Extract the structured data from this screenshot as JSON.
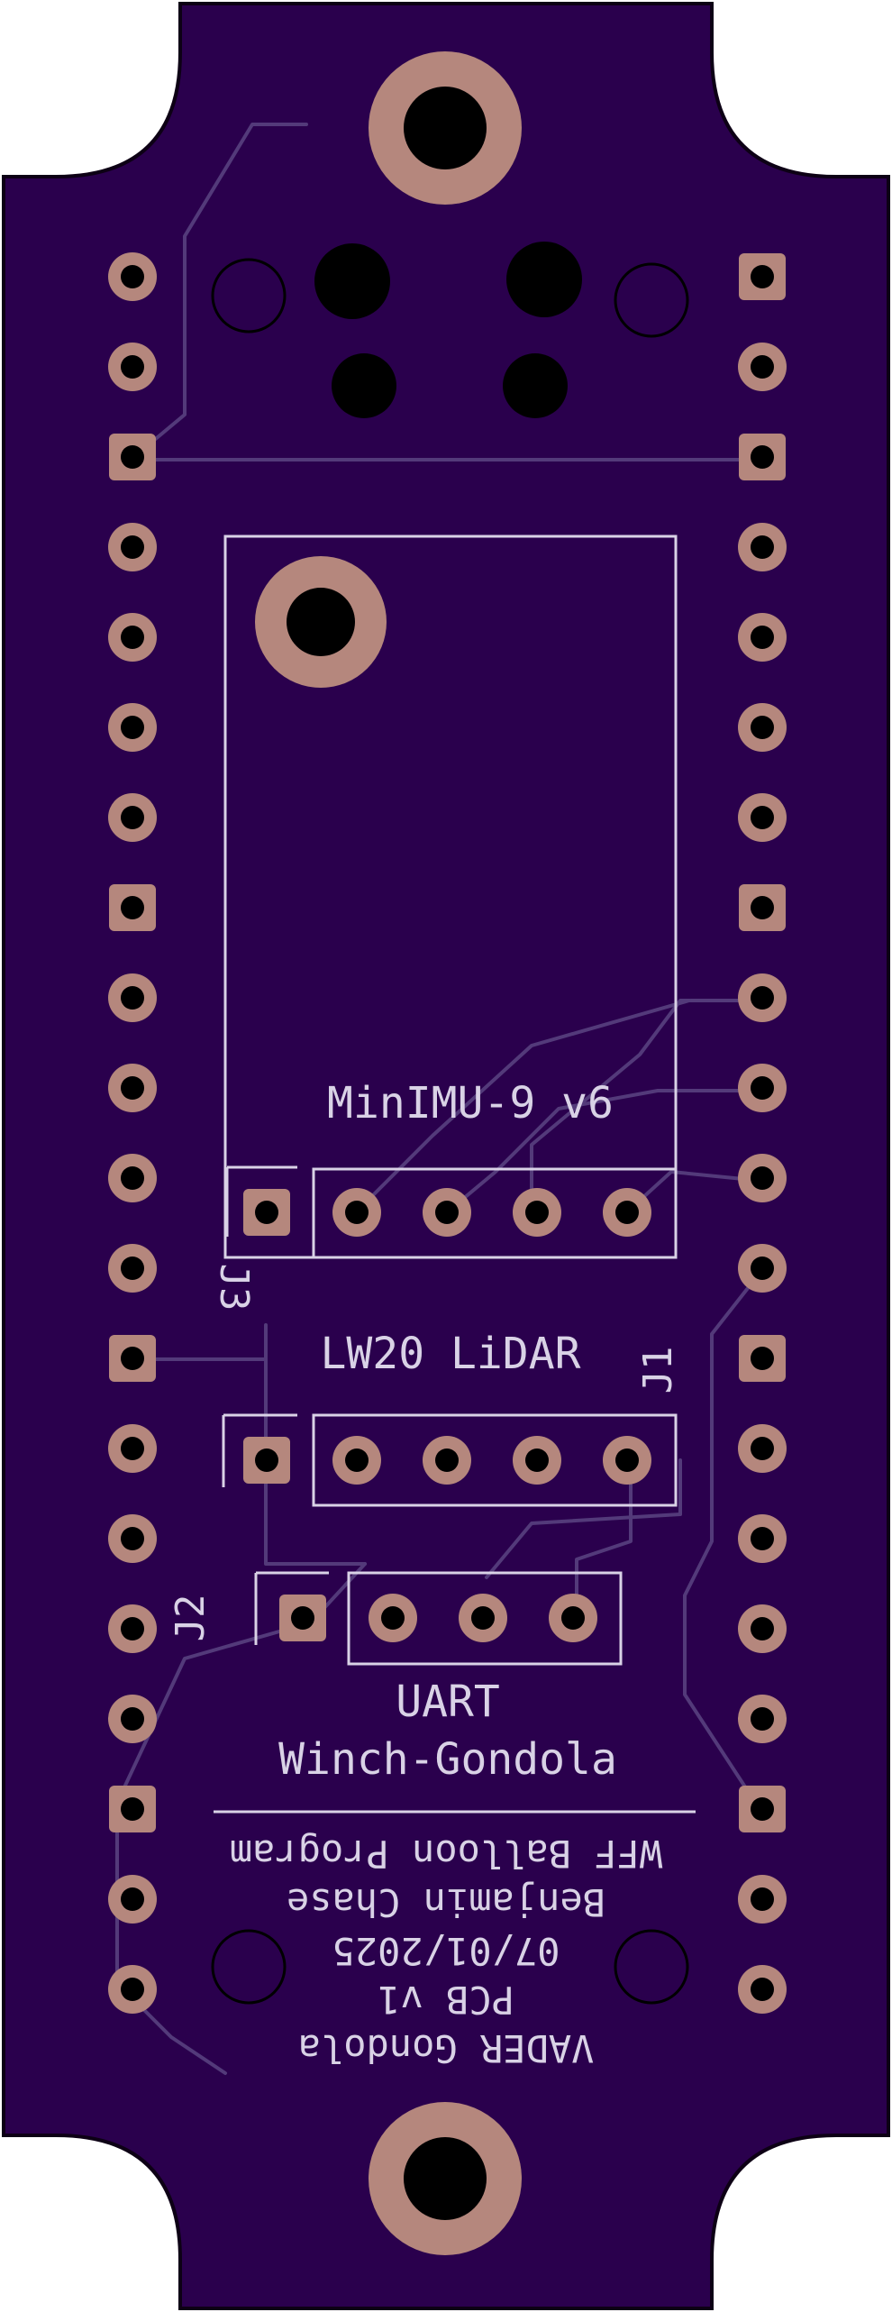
{
  "board": {
    "colors": {
      "substrate": "#2a004d",
      "edge": "#0d0015",
      "trace": "#533a7a",
      "pad_copper": "#b5877d",
      "drill": "#000000",
      "silkscreen": "#d9d2e6"
    }
  },
  "labels": {
    "imu": "MinIMU-9 v6",
    "lidar": "LW20 LiDAR",
    "uart": "UART",
    "winch": "Winch-Gondola",
    "j1": "J1",
    "j2": "J2",
    "j3": "J3"
  },
  "back_text": {
    "line1": "WFF Balloon Program",
    "line2": "Benjamin Chase",
    "line3": "07/01/2025",
    "line4": "PCB v1",
    "line5": "VADER Gondola"
  }
}
